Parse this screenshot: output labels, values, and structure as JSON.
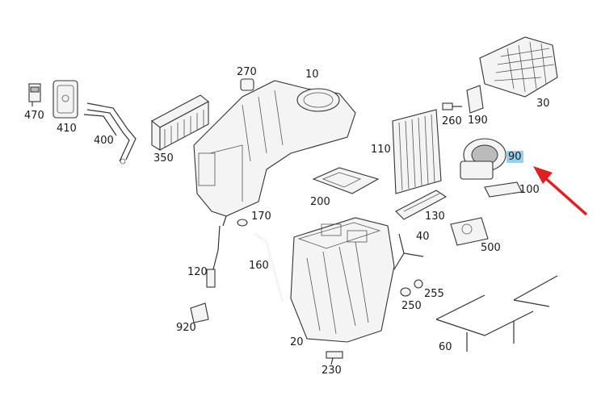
{
  "labels": [
    {
      "id": "470",
      "text": "470"
    },
    {
      "id": "410",
      "text": "410"
    },
    {
      "id": "400",
      "text": "400"
    },
    {
      "id": "350",
      "text": "350"
    },
    {
      "id": "270",
      "text": "270"
    },
    {
      "id": "10",
      "text": "10"
    },
    {
      "id": "30",
      "text": "30"
    },
    {
      "id": "260",
      "text": "260"
    },
    {
      "id": "190",
      "text": "190"
    },
    {
      "id": "110",
      "text": "110"
    },
    {
      "id": "90",
      "text": "90",
      "highlighted": true
    },
    {
      "id": "100",
      "text": "100"
    },
    {
      "id": "200",
      "text": "200"
    },
    {
      "id": "170",
      "text": "170"
    },
    {
      "id": "130",
      "text": "130"
    },
    {
      "id": "40",
      "text": "40"
    },
    {
      "id": "500",
      "text": "500"
    },
    {
      "id": "160",
      "text": "160"
    },
    {
      "id": "120",
      "text": "120"
    },
    {
      "id": "255",
      "text": "255"
    },
    {
      "id": "250",
      "text": "250"
    },
    {
      "id": "920",
      "text": "920"
    },
    {
      "id": "20",
      "text": "20"
    },
    {
      "id": "60",
      "text": "60"
    },
    {
      "id": "230",
      "text": "230"
    }
  ],
  "colors": {
    "highlight": "#8fd3ec",
    "arrow": "#e02020",
    "line": "#333333"
  }
}
